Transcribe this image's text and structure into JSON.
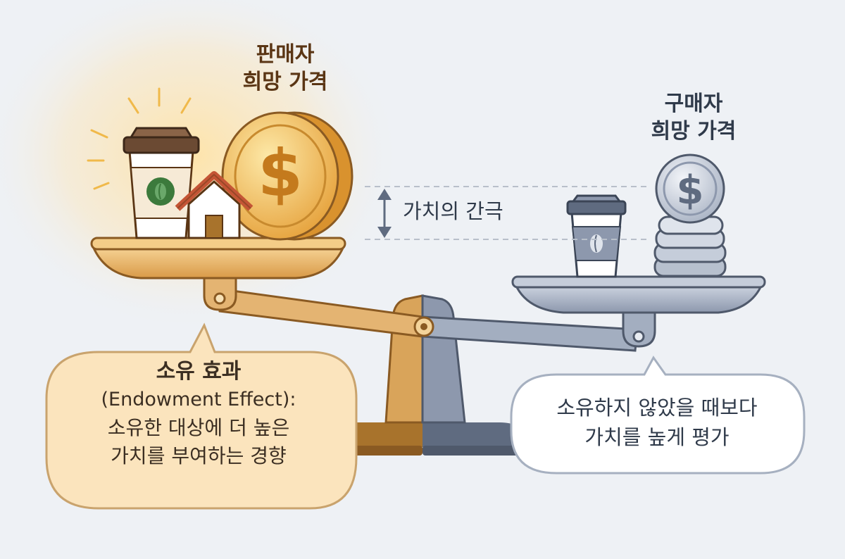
{
  "labels": {
    "seller_price": "판매자\n희망 가격",
    "buyer_price": "구매자\n희망 가격",
    "value_gap": "가치의 간극"
  },
  "endowment_bubble": {
    "title": "소유 효과",
    "subtitle": "(Endowment Effect):",
    "description": "소유한 대상에 더 높은\n가치를 부여하는 경향"
  },
  "buyer_bubble": {
    "text": "소유하지 않았을 때보다\n가치를 높게 평가"
  },
  "icons": {
    "seller_items": [
      "coffee-cup-icon",
      "house-icon",
      "dollar-coin-icon"
    ],
    "buyer_items": [
      "coffee-cup-icon",
      "dollar-coin-icon",
      "coin-stack-icon"
    ]
  },
  "colors": {
    "gold": "#e6b15c",
    "gold_dark": "#a8732c",
    "steel": "#8f9bb0",
    "steel_dark": "#5f6b80",
    "background": "#eef1f5"
  }
}
